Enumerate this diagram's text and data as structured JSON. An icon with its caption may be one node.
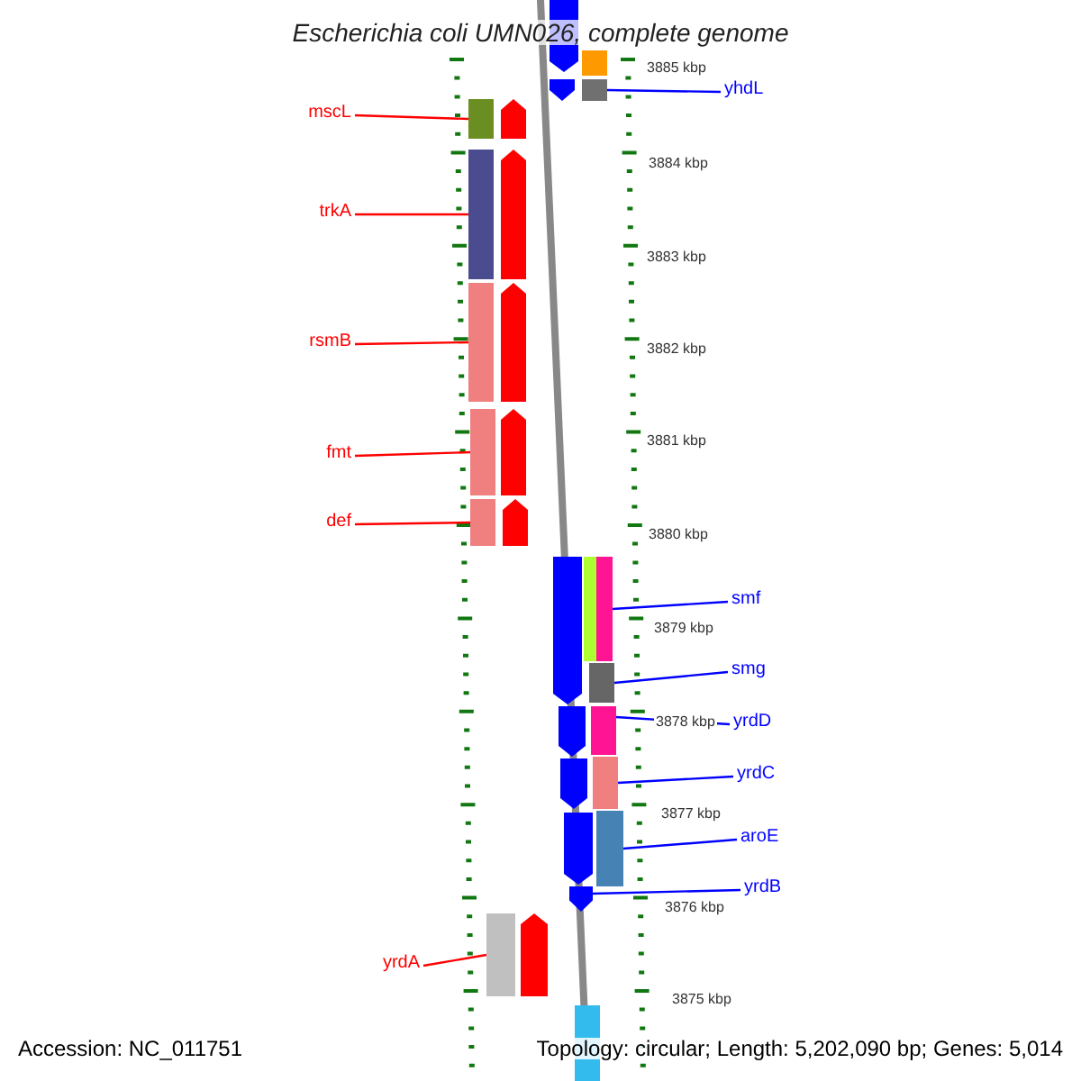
{
  "diagram": {
    "title": "Escherichia coli UMN026, complete genome",
    "nodes": [
      {
        "text": [
          "yhdL"
        ]
      },
      {
        "text": [
          "mscL"
        ]
      },
      {
        "text": [
          "trkA"
        ]
      },
      {
        "text": [
          "rsmB"
        ]
      },
      {
        "text": [
          "fmt"
        ]
      },
      {
        "text": [
          "def"
        ]
      },
      {
        "text": [
          "smf"
        ]
      },
      {
        "text": [
          "smg"
        ]
      },
      {
        "text": [
          "yrdD"
        ]
      },
      {
        "text": [
          "yrdC"
        ]
      },
      {
        "text": [
          "aroE"
        ]
      },
      {
        "text": [
          "yrdB"
        ]
      },
      {
        "text": [
          "yrdA"
        ]
      },
      {
        "text": [],
        "shape": "bar"
      },
      {
        "text": [],
        "shape": "bar"
      },
      {
        "text": [],
        "shape": "bar"
      },
      {
        "text": [],
        "shape": "bar"
      },
      {
        "text": [],
        "shape": "bar"
      },
      {
        "text": [],
        "shape": "bar"
      },
      {
        "text": [],
        "shape": "bar"
      },
      {
        "text": [],
        "shape": "bar"
      },
      {
        "text": [],
        "shape": "bar"
      },
      {
        "text": [],
        "shape": "bar"
      },
      {
        "text": [],
        "shape": "bar"
      },
      {
        "text": [],
        "shape": "bar"
      },
      {
        "text": [],
        "shape": "bar"
      }
    ],
    "edges": [
      {
        "from": 0,
        "to": 13,
        "arrow": "none"
      },
      {
        "from": 1,
        "to": 14,
        "arrow": "none",
        "color": "#ff0000"
      },
      {
        "from": 2,
        "to": 15,
        "arrow": "none",
        "color": "#ff0000"
      },
      {
        "from": 3,
        "to": 16,
        "arrow": "none",
        "color": "#ff0000"
      },
      {
        "from": 4,
        "to": 17,
        "arrow": "none",
        "color": "#ff0000"
      },
      {
        "from": 5,
        "to": 18,
        "arrow": "none",
        "color": "#ff0000"
      },
      {
        "from": 6,
        "to": 19,
        "arrow": "none"
      },
      {
        "from": 7,
        "to": 20,
        "arrow": "none"
      },
      {
        "from": 8,
        "to": 21,
        "arrow": "none"
      },
      {
        "from": 9,
        "to": 22,
        "arrow": "none"
      },
      {
        "from": 10,
        "to": 23,
        "arrow": "none"
      },
      {
        "from": 11,
        "to": 24,
        "arrow": "none"
      },
      {
        "from": 12,
        "to": 25,
        "arrow": "none",
        "color": "#ff0000"
      }
    ],
    "labels": [
      "3885 kbp",
      "3884 kbp",
      "3883 kbp",
      "3882 kbp",
      "3881 kbp",
      "3880 kbp",
      "3879 kbp",
      "3878 kbp",
      "3877 kbp",
      "3876 kbp",
      "3875 kbp",
      "Accession: NC_011751",
      "Topology: circular; Length: 5,202,090 bp; Genes: 5,014"
    ]
  }
}
